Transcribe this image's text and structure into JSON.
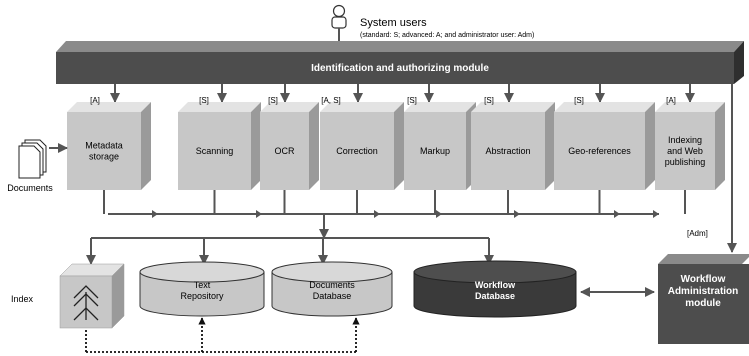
{
  "header": {
    "title": "System users",
    "subtitle": "(standard: S; advanced: A; and administrator user: Adm)"
  },
  "auth_module": {
    "label": "Identification and authorizing module"
  },
  "process_steps": [
    {
      "role": "[A]",
      "line1": "Metadata",
      "line2": "storage"
    },
    {
      "role": "[S]",
      "line1": "Scanning",
      "line2": ""
    },
    {
      "role": "[S]",
      "line1": "OCR",
      "line2": ""
    },
    {
      "role": "[A, S]",
      "line1": "Correction",
      "line2": ""
    },
    {
      "role": "[S]",
      "line1": "Markup",
      "line2": ""
    },
    {
      "role": "[S]",
      "line1": "Abstraction",
      "line2": ""
    },
    {
      "role": "[S]",
      "line1": "Geo-references",
      "line2": ""
    },
    {
      "role": "[A]",
      "line1": "Indexing",
      "line2": "and Web",
      "line3": "publishing"
    }
  ],
  "documents": {
    "label": "Documents"
  },
  "index": {
    "label": "Index"
  },
  "repositories": {
    "text": {
      "line1": "Text",
      "line2": "Repository"
    },
    "documents": {
      "line1": "Documents",
      "line2": "Database"
    },
    "workflow": {
      "line1": "Workflow",
      "line2": "Database"
    }
  },
  "admin": {
    "role": "[Adm]",
    "line1": "Workflow",
    "line2": "Administration",
    "line3": "module"
  },
  "colors": {
    "bar_top": "#7d7d7d",
    "bar_front": "#4d4d4d",
    "box_front": "#c7c7c7",
    "box_side": "#9a9a9a",
    "box_top": "#e3e3e3",
    "line": "#555555",
    "dark_db": "#3a3a3a"
  }
}
